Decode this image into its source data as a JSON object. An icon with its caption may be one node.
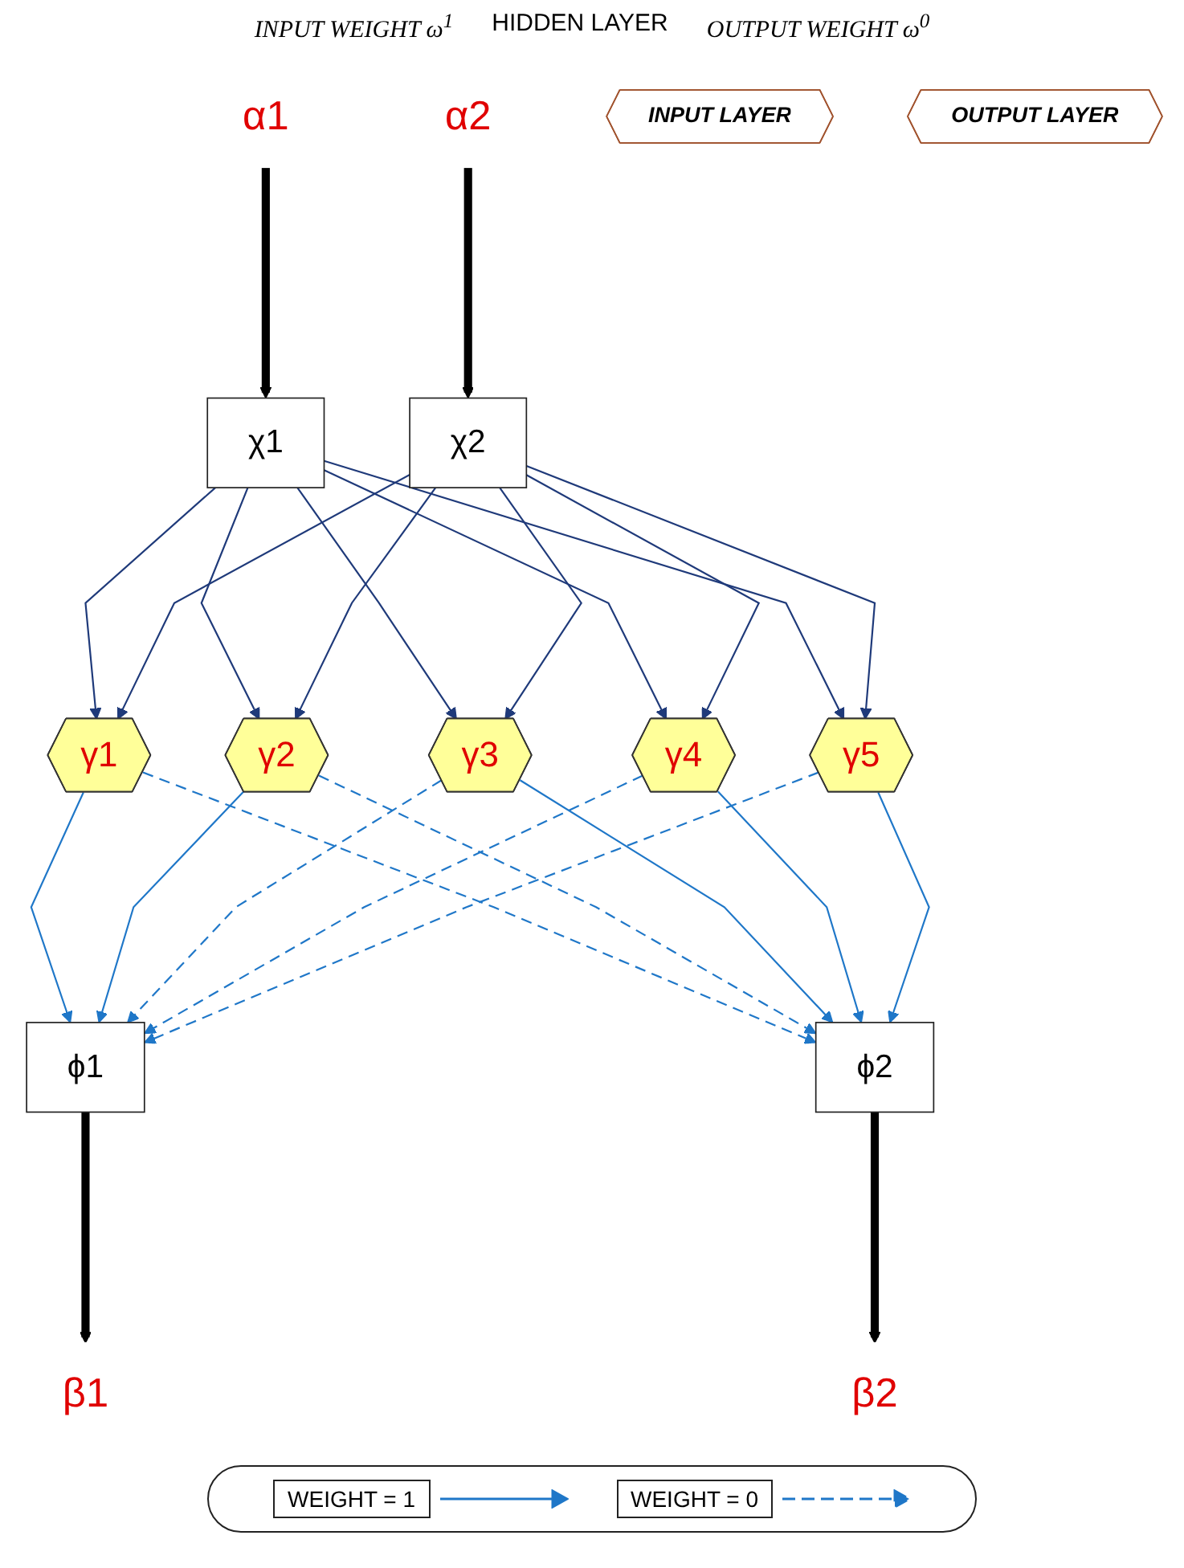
{
  "diagram": {
    "nodes": [
      {
        "text": [
          "α1"
        ]
      },
      {
        "text": [
          "α2"
        ]
      },
      {
        "text": [
          "INPUT LAYER"
        ]
      },
      {
        "text": [
          "χ1"
        ]
      },
      {
        "text": [
          "χ2"
        ]
      },
      {
        "text": [
          "γ1"
        ]
      },
      {
        "text": [
          "γ2"
        ]
      },
      {
        "text": [
          "γ3"
        ]
      },
      {
        "text": [
          "γ4"
        ]
      },
      {
        "text": [
          "γ5"
        ]
      },
      {
        "text": [
          "OUTPUT LAYER"
        ]
      },
      {
        "text": [
          "ϕ1"
        ]
      },
      {
        "text": [
          "ϕ2"
        ]
      },
      {
        "text": [
          "β1"
        ]
      },
      {
        "text": [
          "β2"
        ]
      }
    ],
    "edges": [
      {
        "from": 0,
        "to": 3,
        "arrow": "to",
        "style": "thick",
        "color": "#000000"
      },
      {
        "from": 1,
        "to": 4,
        "arrow": "to",
        "style": "thick",
        "color": "#000000"
      },
      {
        "from": 3,
        "to": 5,
        "arrow": "to",
        "color": "#1f3a7a"
      },
      {
        "from": 3,
        "to": 6,
        "arrow": "to",
        "color": "#1f3a7a"
      },
      {
        "from": 3,
        "to": 7,
        "arrow": "to",
        "color": "#1f3a7a"
      },
      {
        "from": 3,
        "to": 8,
        "arrow": "to",
        "color": "#1f3a7a"
      },
      {
        "from": 3,
        "to": 9,
        "arrow": "to",
        "color": "#1f3a7a"
      },
      {
        "from": 4,
        "to": 5,
        "arrow": "to",
        "color": "#1f3a7a"
      },
      {
        "from": 4,
        "to": 6,
        "arrow": "to",
        "color": "#1f3a7a"
      },
      {
        "from": 4,
        "to": 7,
        "arrow": "to",
        "color": "#1f3a7a"
      },
      {
        "from": 4,
        "to": 8,
        "arrow": "to",
        "color": "#1f3a7a"
      },
      {
        "from": 4,
        "to": 9,
        "arrow": "to",
        "color": "#1f3a7a"
      },
      {
        "from": 5,
        "to": 11,
        "arrow": "to",
        "color": "#1f77c8"
      },
      {
        "from": 5,
        "to": 12,
        "arrow": "to",
        "style": "dashed",
        "color": "#1f77c8"
      },
      {
        "from": 6,
        "to": 11,
        "arrow": "to",
        "color": "#1f77c8"
      },
      {
        "from": 6,
        "to": 12,
        "arrow": "to",
        "style": "dashed",
        "color": "#1f77c8"
      },
      {
        "from": 7,
        "to": 11,
        "arrow": "to",
        "style": "dashed",
        "color": "#1f77c8"
      },
      {
        "from": 7,
        "to": 12,
        "arrow": "to",
        "color": "#1f77c8"
      },
      {
        "from": 8,
        "to": 11,
        "arrow": "to",
        "style": "dashed",
        "color": "#1f77c8"
      },
      {
        "from": 8,
        "to": 12,
        "arrow": "to",
        "color": "#1f77c8"
      },
      {
        "from": 9,
        "to": 11,
        "arrow": "to",
        "style": "dashed",
        "color": "#1f77c8"
      },
      {
        "from": 9,
        "to": 12,
        "arrow": "to",
        "color": "#1f77c8"
      },
      {
        "from": 11,
        "to": 13,
        "arrow": "to",
        "style": "thick",
        "color": "#000000"
      },
      {
        "from": 12,
        "to": 14,
        "arrow": "to",
        "style": "thick",
        "color": "#000000"
      }
    ],
    "labels": [
      "INPUT WEIGHT ω$^{1}$",
      "HIDDEN LAYER",
      "OUTPUT WEIGHT ω$^{0}$"
    ],
    "legend": [
      {
        "text": "WEIGHT = 1"
      },
      {
        "text": "WEIGHT = 0"
      }
    ]
  }
}
